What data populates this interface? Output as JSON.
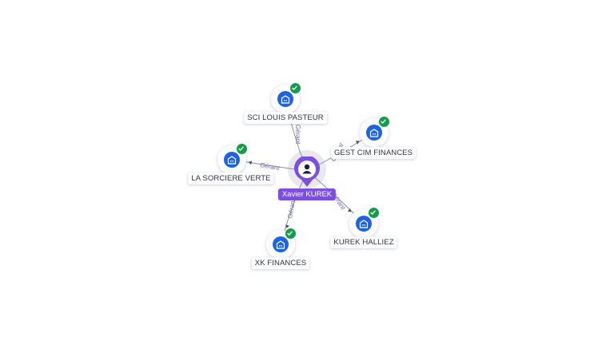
{
  "center": {
    "name": "Xavier KUREK",
    "icon": "person-icon"
  },
  "companies": [
    {
      "name": "SCI LOUIS PASTEUR",
      "relation": "Gérant",
      "verified": true,
      "icon": "company-building-icon"
    },
    {
      "name": "GEST CIM FINANCES",
      "relation": "Gérant",
      "verified": true,
      "icon": "company-building-icon"
    },
    {
      "name": "LA SORCIERE VERTE",
      "relation": "Gérant",
      "verified": true,
      "icon": "company-building-icon"
    },
    {
      "name": "KUREK HALLIEZ",
      "relation": "Gérant",
      "verified": true,
      "icon": "company-building-icon"
    },
    {
      "name": "XK FINANCES",
      "relation": "Gérant",
      "verified": true,
      "icon": "company-building-icon"
    }
  ],
  "colors": {
    "person_accent": "#7b4fe0",
    "company_fill": "#1e63e0",
    "verified_badge": "#139c4a",
    "edge": "#8a8fa6",
    "edge_label": "#6f6aa8"
  }
}
